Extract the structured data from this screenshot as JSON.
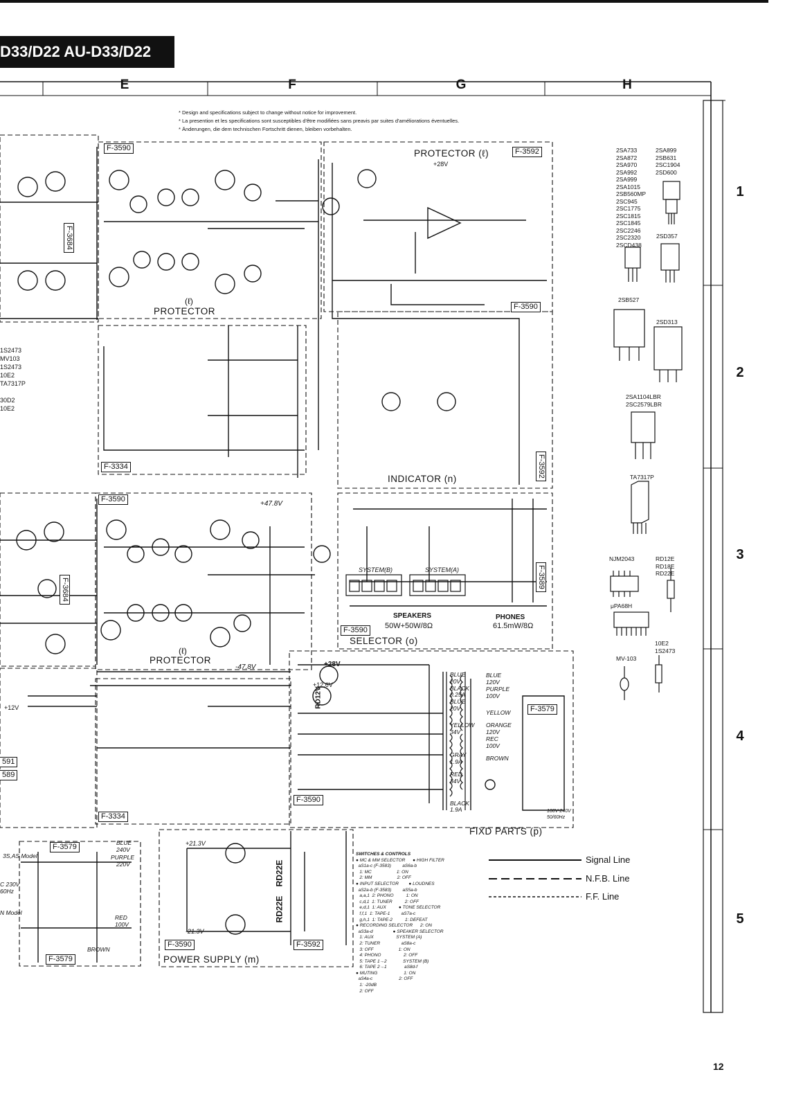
{
  "header": {
    "model_tab": "D33/D22   AU-D33/D22"
  },
  "grid": {
    "columns": [
      "E",
      "F",
      "G",
      "H"
    ],
    "rows": [
      "1",
      "2",
      "3",
      "4",
      "5"
    ]
  },
  "notes": [
    "* Design and specifications subject to change without notice for improvement.",
    "* La presention et les specifications sont susceptibles d'être modifiées sans preavis par suites d'améliorations éventuelles.",
    "* Änderungen, die dem technischen Fortschritt dienen, bleiben vorbehalten."
  ],
  "blocks": {
    "protector_l_top": "PROTECTOR (ℓ)",
    "protector_l_mid": "(ℓ)",
    "protector_mid_label": "PROTECTOR",
    "protector_lower_l": "(ℓ)",
    "protector_lower": "PROTECTOR",
    "indicator": "INDICATOR (n)",
    "selector": "SELECTOR (o)",
    "fixd_parts": "FIXD PARTS (p)",
    "power_supply": "POWER SUPPLY (m)",
    "speakers": "SPEAKERS",
    "speakers_rating": "50W+50W/8Ω",
    "phones": "PHONES",
    "phones_rating": "61.5mW/8Ω",
    "system_b": "SYSTEM(B)",
    "system_a": "SYSTEM(A)"
  },
  "board_refs": {
    "r1": "F-3590",
    "r2": "F-3592",
    "r3": "F-3590",
    "r4": "F-3684",
    "r5": "F-3334",
    "r6": "F-3592",
    "r7": "F-3590",
    "r8": "F-3589",
    "r9": "F-3684",
    "r10": "F-3590",
    "r11": "F-3579",
    "r12": "F-3590",
    "r13": "F-3334",
    "r14": "F-3579",
    "r15": "F-3590",
    "r16": "F-3592",
    "r17": "F-3579",
    "r18": "591",
    "r19": "589"
  },
  "voltages": {
    "v1": "+28V",
    "v2": "+47.8V",
    "v3": "-47.8V",
    "v4": "+28V",
    "v5": "+12.6V",
    "v6": "+12V",
    "v7": "+21.3V",
    "v8": "-21.3V"
  },
  "left_parts": [
    "1S2473",
    "MV103",
    "1S2473",
    "10E2",
    "TA7317P",
    "",
    "30D2",
    "10E2"
  ],
  "transformer_taps": [
    "BLUE",
    "20V",
    "BLACK",
    "0.25A",
    "BLUE",
    "20V",
    "YELLOW",
    "34V",
    "GRAY",
    "1.9A",
    "RED",
    "34V",
    "BLACK",
    "1.9A"
  ],
  "transformer_primary": [
    "BLUE",
    "120V",
    "PURPLE",
    "100V",
    "YELLOW",
    "ORANGE",
    "120V",
    "REC",
    "100V",
    "BROWN"
  ],
  "mains": [
    "100V-240V",
    "50/60Hz"
  ],
  "left_mains": {
    "model": "3S,AS Model",
    "blue": "BLUE",
    "v240": "240V",
    "purple": "PURPLE",
    "v220": "220V",
    "c": "C 230V",
    "hz": "60Hz",
    "n_model": "N Model",
    "red": "RED",
    "v100": "100V",
    "brown": "BROWN"
  },
  "rd_parts": [
    "RD22E",
    "RD22E",
    "RD12V"
  ],
  "semiconductors": {
    "col1": [
      "2SA733",
      "2SA872",
      "2SA970",
      "2SA992",
      "2SA999",
      "2SA1015",
      "2SB560MP",
      "2SC945",
      "2SC1775",
      "2SC1815",
      "2SC1845",
      "2SC2246",
      "2SC2320",
      "2SCD438"
    ],
    "col2": [
      "2SA899",
      "2SB631",
      "2SC1904",
      "2SD600"
    ],
    "sd357": "2SD357",
    "sb527": "2SB527",
    "sd313": "2SD313",
    "pair": [
      "2SA1104LBR",
      "2SC2579LBR"
    ],
    "ta": "TA7317P",
    "njm": "NJM2043",
    "rd": [
      "RD12E",
      "RD18E",
      "RD22E"
    ],
    "upa": "μPA68H",
    "diodes": [
      "10E2",
      "1S2473"
    ],
    "mv": "MV-103"
  },
  "switches": [
    "SWITCHES & CONTROLS",
    "● MC & MM SELECTOR      ● HIGH FILTER",
    "  aS1a-c (F-3583)         aS6a-b",
    "   1: MC                    1: ON",
    "   2: MM                    2: OFF",
    "● INPUT SELECTOR        ● LOUDNES",
    "  aS2a-b (F-3583)         aS5a-b",
    "   a,a,1  2: PHONO          1: ON",
    "   c,d,1  1: TUNER          2: OFF",
    "   e,d,1  1: AUX          ● TONE SELECTOR",
    "   f,f,1  1: TAPE-1         aS7a-c",
    "   g,h,1  1: TAPE-2          1: DEFEAT",
    "● RECORDING SELECTOR      2: ON",
    "  aS3a-d                ● SPEAKER SELECTOR",
    "   1: AUX                  SYSTEM (A)",
    "   2: TUNER                 aS8a-c",
    "   3: OFF                    1: ON",
    "   4: PHONO                  2: OFF",
    "   5: TAPE 1→2             SYSTEM (B)",
    "   6: TAPE 2→1              aS8d-f",
    "● MUTING                     1: ON",
    "  aS4a-c                     2: OFF",
    "   1: -20dB",
    "   2: OFF"
  ],
  "legend": {
    "signal": "Signal Line",
    "nfb": "N.F.B. Line",
    "ff": "F.F. Line"
  },
  "page_number": "12"
}
